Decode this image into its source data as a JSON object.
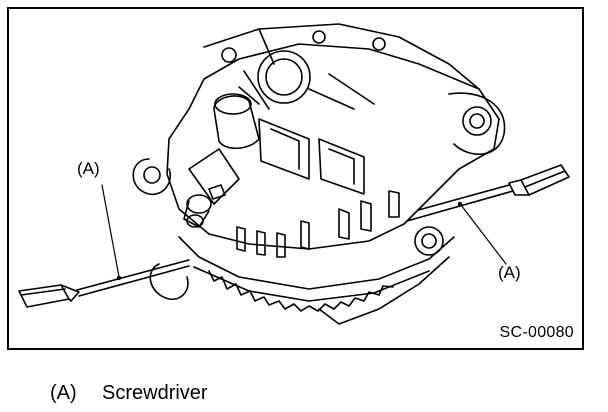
{
  "figure": {
    "callout_left": "(A)",
    "callout_right": "(A)",
    "figure_code": "SC-00080"
  },
  "legend": {
    "key": "(A)",
    "text": "Screwdriver"
  },
  "icons": {
    "illustration": "alternator-icon",
    "tool": "screwdriver-icon"
  }
}
